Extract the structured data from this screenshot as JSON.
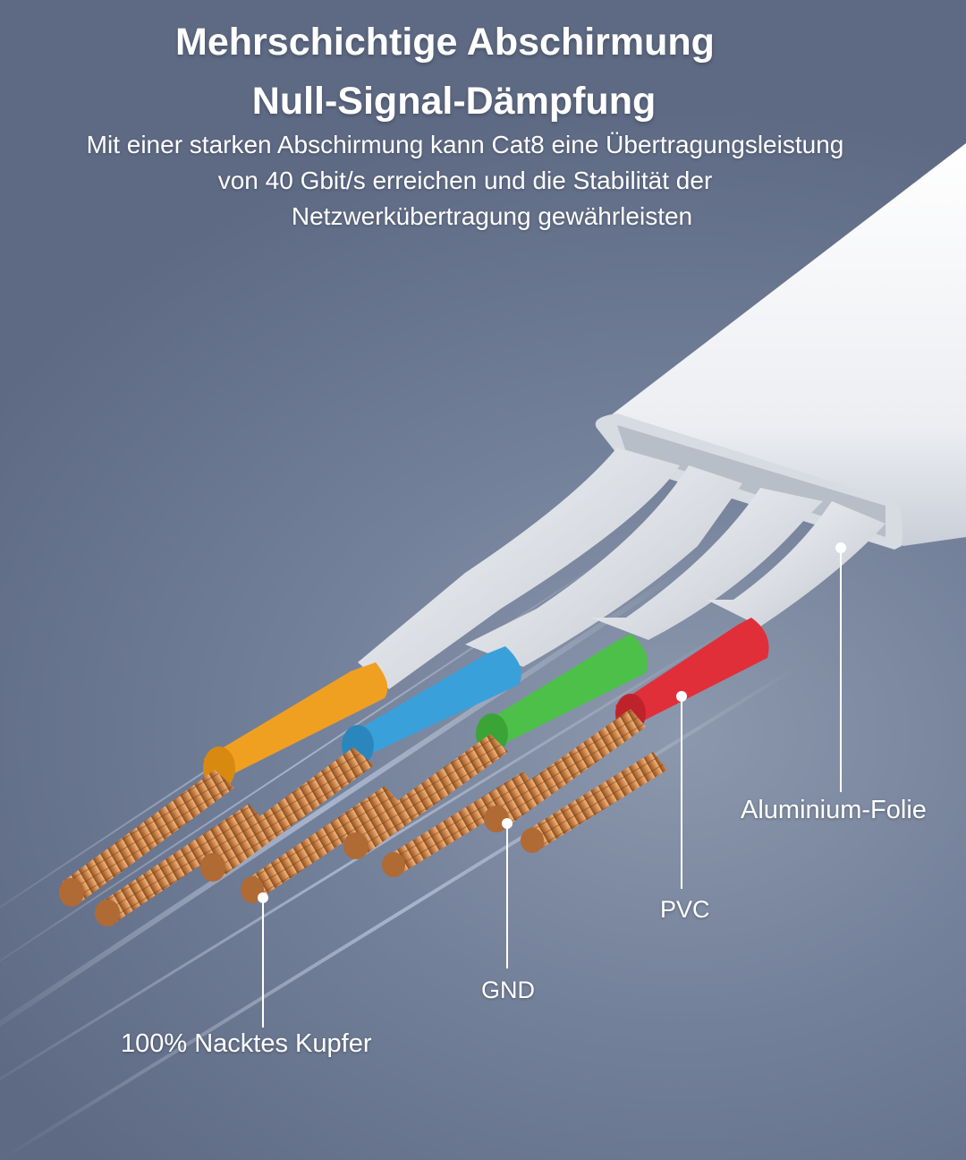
{
  "headline": {
    "line1": "Mehrschichtige Abschirmung",
    "line2": "Null-Signal-Dämpfung"
  },
  "description": {
    "line1": "Mit einer starken Abschirmung kann Cat8 eine Übertragungsleistung",
    "line2": "von 40 Gbit/s erreichen und die Stabilität der",
    "line3": "Netzwerkübertragung gewährleisten"
  },
  "callouts": {
    "aluminium": "Aluminium-Folie",
    "pvc": "PVC",
    "gnd": "GND",
    "copper": "100% Nacktes Kupfer"
  },
  "colors": {
    "background": "#74819a",
    "jacket": "#f2f3f5",
    "wire_orange": "#f0a020",
    "wire_blue": "#3aa0da",
    "wire_green": "#4cc048",
    "wire_red": "#e02f38",
    "copper": "#c87f45"
  }
}
